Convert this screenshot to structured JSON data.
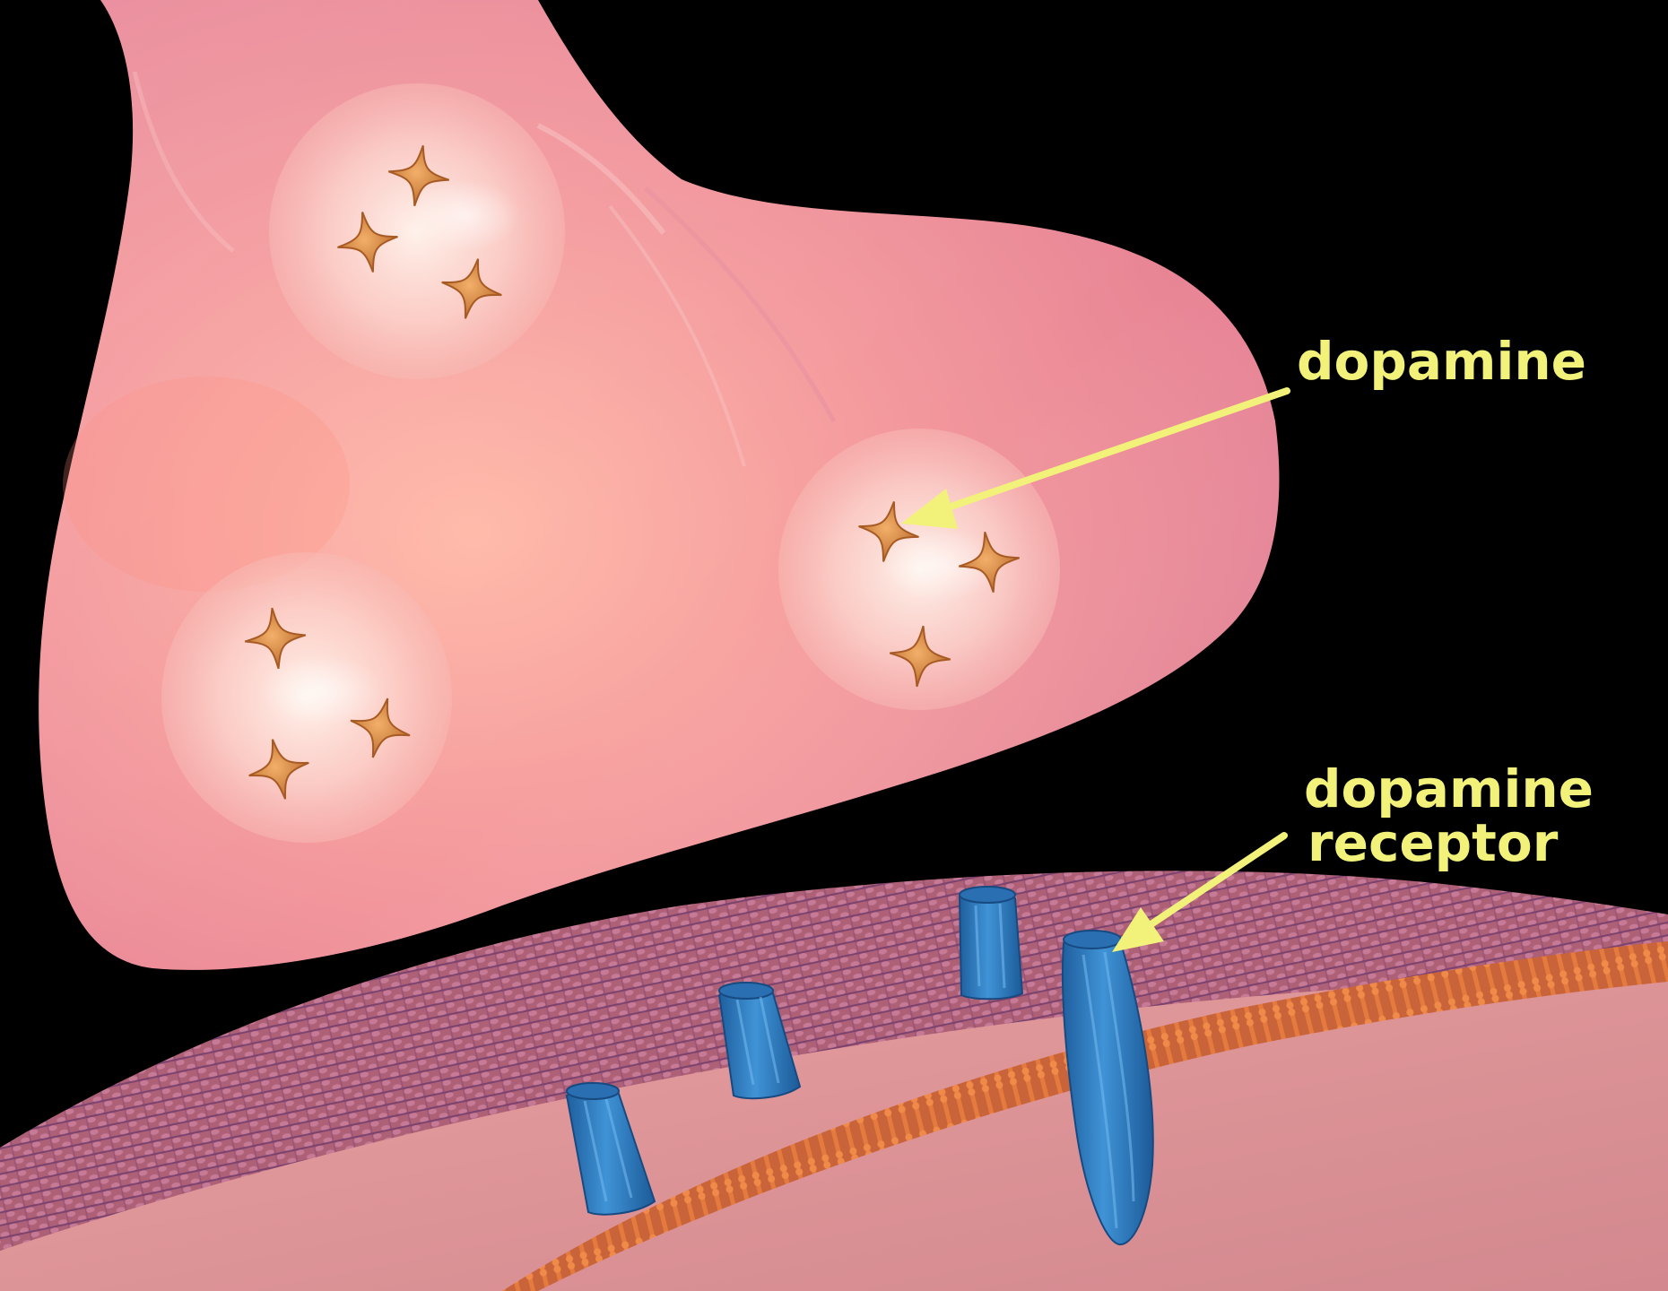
{
  "labels": {
    "dopamine": "dopamine",
    "receptor_line1": "dopamine",
    "receptor_line2": "receptor"
  },
  "colors": {
    "background": "#000000",
    "label_text": "#f2f27a",
    "arrow": "#f2f27a",
    "neuron_terminal": "#f2a0a8",
    "vesicle": "#fbe1dc",
    "dopamine_molecule": "#d9823a",
    "membrane": "#b8667f",
    "membrane_edge": "#d9673a",
    "receptor": "#2f7fc0"
  },
  "icons": {
    "dopamine_molecule": "four-pointed-star",
    "receptor": "tapered-cylinder"
  }
}
